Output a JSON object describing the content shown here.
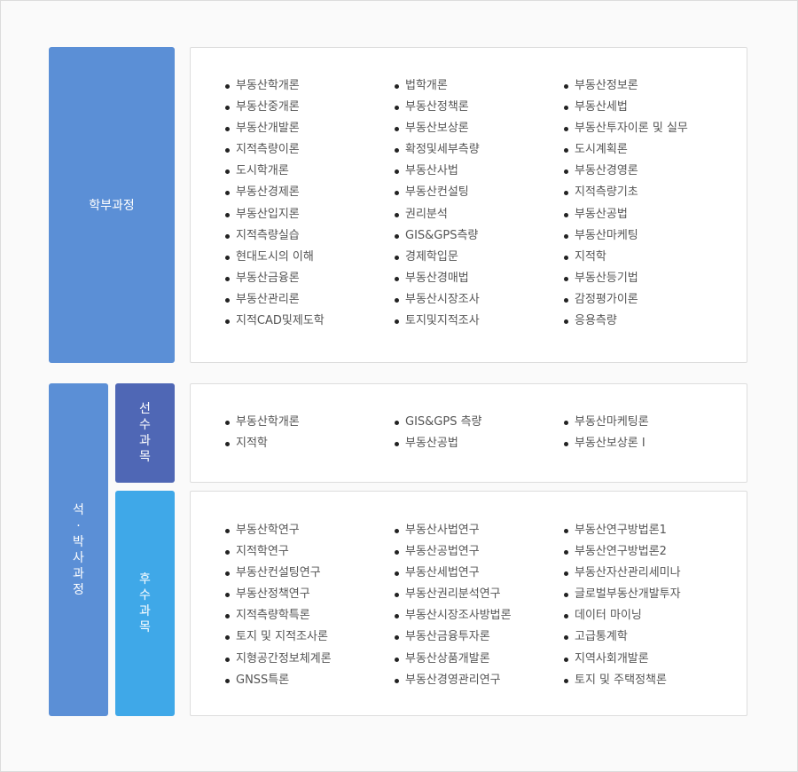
{
  "undergrad": {
    "label": "학부과정",
    "color": "#5b8fd6",
    "columns": [
      [
        "부동산학개론",
        "부동산중개론",
        "부동산개발론",
        "지적측량이론",
        "도시학개론",
        "부동산경제론",
        "부동산입지론",
        "지적측량실습",
        "현대도시의 이해",
        "부동산금융론",
        "부동산관리론",
        "지적CAD및제도학"
      ],
      [
        "법학개론",
        "부동산정책론",
        "부동산보상론",
        "확정및세부측량",
        "부동산사법",
        "부동산컨설팅",
        "권리분석",
        "GIS&GPS측량",
        "경제학입문",
        "부동산경매법",
        "부동산시장조사",
        "토지및지적조사"
      ],
      [
        "부동산정보론",
        "부동산세법",
        "부동산투자이론 및 실무",
        "도시계획론",
        "부동산경영론",
        "지적측량기초",
        "부동산공법",
        "부동산마케팅",
        "지적학",
        "부동산등기법",
        "감정평가이론",
        "응용측량"
      ]
    ]
  },
  "graduate": {
    "label_chars": [
      "석",
      "·",
      "박",
      "사",
      "과",
      "정"
    ],
    "color": "#5b8fd6",
    "prerequisite": {
      "label_chars": [
        "선",
        "수",
        "과",
        "목"
      ],
      "color": "#4f67b5",
      "columns": [
        [
          "부동산학개론",
          "지적학"
        ],
        [
          "GIS&GPS 측량",
          "부동산공법"
        ],
        [
          "부동산마케팅론",
          "부동산보상론 Ⅰ"
        ]
      ]
    },
    "advanced": {
      "label_chars": [
        "후",
        "수",
        "과",
        "목"
      ],
      "color": "#3fa8e8",
      "columns": [
        [
          "부동산학연구",
          "지적학연구",
          "부동산컨설팅연구",
          "부동산정책연구",
          "지적측량학특론",
          "토지 및 지적조사론",
          "지형공간정보체계론",
          "GNSS특론"
        ],
        [
          "부동산사법연구",
          "부동산공법연구",
          "부동산세법연구",
          "부동산권리분석연구",
          "부동산시장조사방법론",
          "부동산금융투자론",
          "부동산상품개발론",
          "부동산경영관리연구"
        ],
        [
          "부동산연구방법론1",
          "부동산연구방법론2",
          "부동산자산관리세미나",
          "글로벌부동산개발투자",
          "데이터 마이닝",
          "고급통계학",
          "지역사회개발론",
          "토지 및 주택정책론"
        ]
      ]
    }
  }
}
